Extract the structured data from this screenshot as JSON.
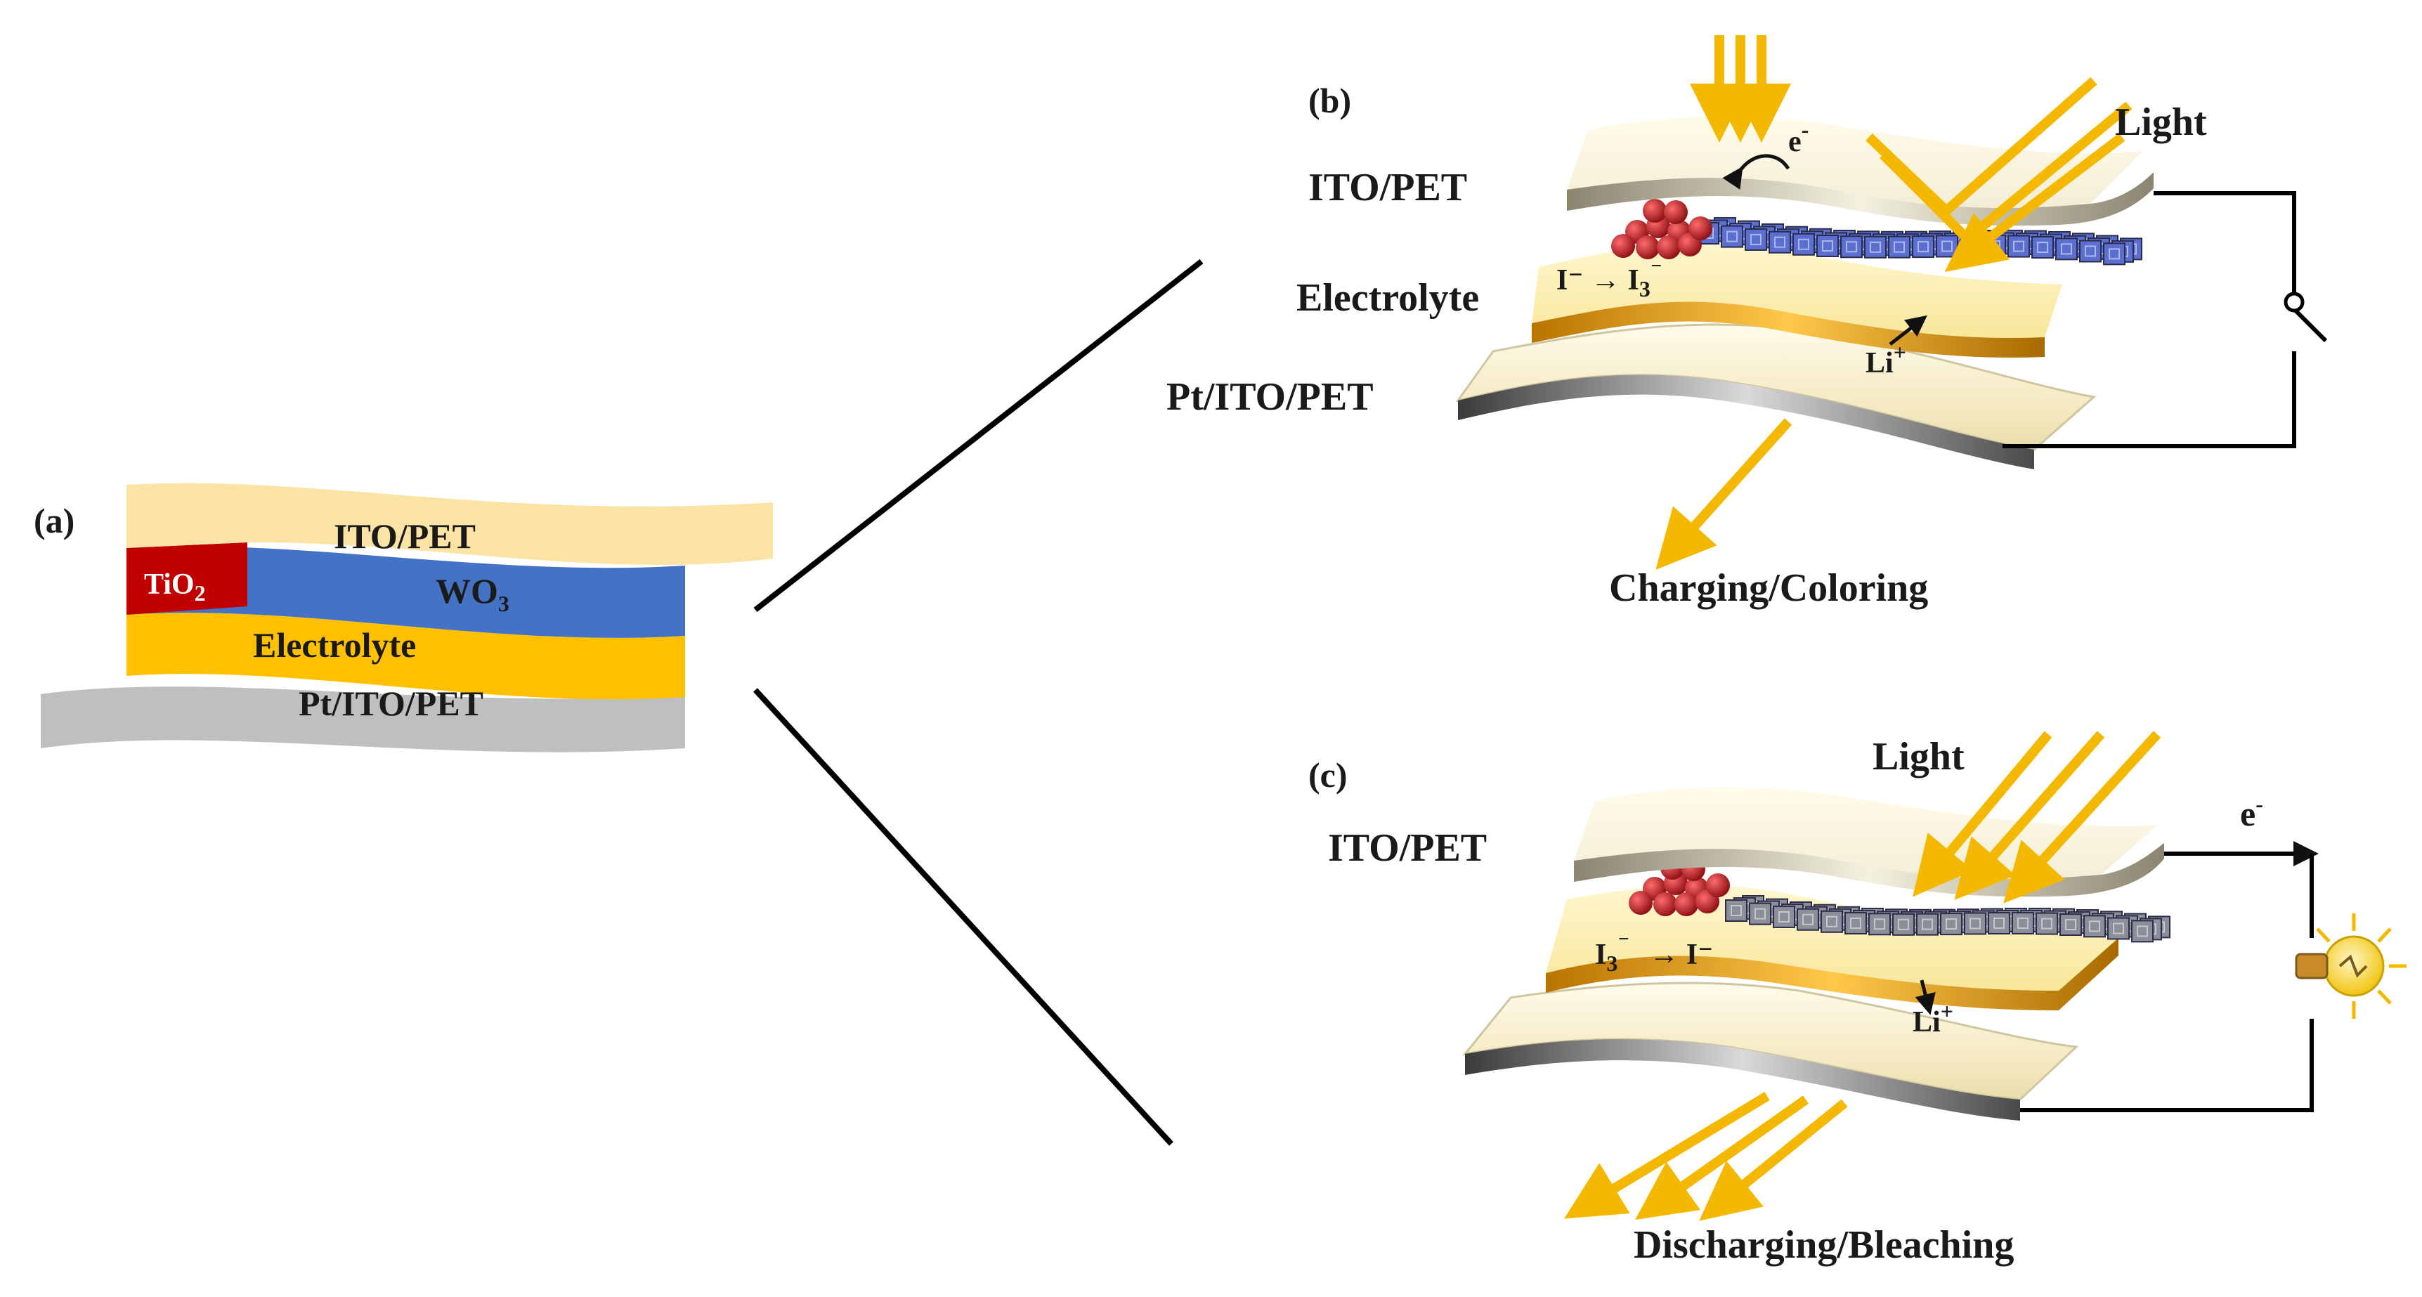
{
  "panel_a": {
    "tag": "(a)",
    "ito_pet": "ITO/PET",
    "tio2": "TiO",
    "tio2_sub": "2",
    "wo3": "WO",
    "wo3_sub": "3",
    "electrolyte": "Electrolyte",
    "pt_ito_pet": "Pt/ITO/PET"
  },
  "panel_b": {
    "tag": "(b)",
    "ito_pet": "ITO/PET",
    "electrolyte": "Electrolyte",
    "pt_ito_pet": "Pt/ITO/PET",
    "light": "Light",
    "electron": "e",
    "electron_sup": "-",
    "reaction": "I⁻ → I",
    "reaction_sub": "3",
    "reaction_sup": "⁻",
    "li_ion": "Li",
    "li_sup": "+",
    "caption": "Charging/Coloring"
  },
  "panel_c": {
    "tag": "(c)",
    "ito_pet": "ITO/PET",
    "light": "Light",
    "electron": "e",
    "electron_sup": "-",
    "reaction_a": "I",
    "reaction_a_sub": "3",
    "reaction_a_sup": "⁻",
    "reaction_b": "→ I⁻",
    "li_ion": "Li",
    "li_sup": "+",
    "caption": "Discharging/Bleaching"
  },
  "colors": {
    "ito": "#fbe3a6",
    "tio2": "#c00000",
    "wo3_colored": "#4472c4",
    "electrolyte": "#ffc000",
    "pt": "#bfbfbf",
    "light_arrow": "#f5b800",
    "wo3_block_b": "#5b6fd0",
    "wo3_block_c": "#8a8f99",
    "tio2_beads": "#b3121a"
  }
}
